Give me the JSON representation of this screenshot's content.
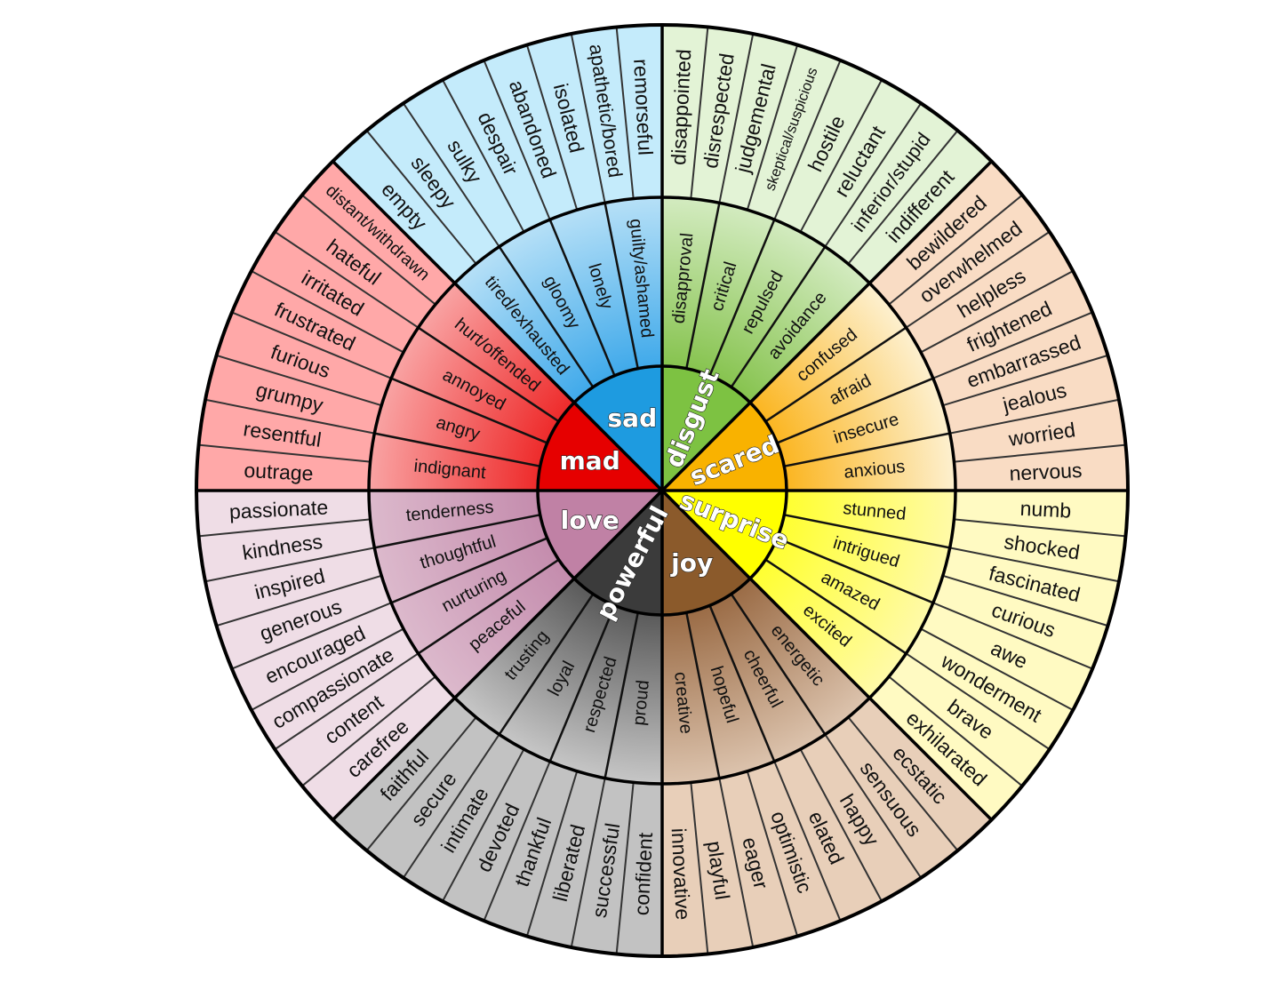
{
  "wheel": {
    "sectors": [
      {
        "core": "sad",
        "colors": {
          "core": "#1e9be0",
          "mid": "#3fa9ea",
          "mid_light": "#b6e0f7",
          "outer": "#c4ebfb"
        },
        "middle": [
          "tired/exhausted",
          "gloomy",
          "lonely",
          "guilty/ashamed"
        ],
        "outer": [
          "empty",
          "sleepy",
          "sulky",
          "despair",
          "abandoned",
          "isolated",
          "apathetic/bored",
          "remorseful"
        ]
      },
      {
        "core": "disgust",
        "colors": {
          "core": "#7dc242",
          "mid": "#86c34e",
          "mid_light": "#d3ebc0",
          "outer": "#e3f3d6"
        },
        "middle": [
          "disapproval",
          "critical",
          "repulsed",
          "avoidance"
        ],
        "outer": [
          "disappointed",
          "disrespected",
          "judgemental",
          "skeptical/suspicious",
          "hostile",
          "reluctant",
          "inferior/stupid",
          "indifferent"
        ]
      },
      {
        "core": "scared",
        "colors": {
          "core": "#f9b200",
          "mid": "#fbb520",
          "mid_light": "#fdf0cf",
          "outer": "#f9dcc4"
        },
        "middle": [
          "confused",
          "afraid",
          "insecure",
          "anxious"
        ],
        "outer": [
          "bewildered",
          "overwhelmed",
          "helpless",
          "frightened",
          "embarrassed",
          "jealous",
          "worried",
          "nervous"
        ]
      },
      {
        "core": "surprise",
        "colors": {
          "core": "#ffff00",
          "mid": "#ffff30",
          "mid_light": "#fffaa8",
          "outer": "#fffac2"
        },
        "middle": [
          "stunned",
          "intrigued",
          "amazed",
          "excited"
        ],
        "outer": [
          "numb",
          "shocked",
          "fascinated",
          "curious",
          "awe",
          "wonderment",
          "brave",
          "exhilarated"
        ]
      },
      {
        "core": "joy",
        "colors": {
          "core": "#8b5a2b",
          "mid": "#9a6b45",
          "mid_light": "#dcc3ad",
          "outer": "#e8cfb9"
        },
        "middle": [
          "energetic",
          "cheerful",
          "hopeful",
          "creative"
        ],
        "outer": [
          "ecstatic",
          "sensuous",
          "happy",
          "elated",
          "optimistic",
          "eager",
          "playful",
          "innovative"
        ]
      },
      {
        "core": "powerful",
        "colors": {
          "core": "#3b3b3b",
          "mid": "#5a5a5a",
          "mid_light": "#c6c6c6",
          "outer": "#c2c2c2"
        },
        "middle": [
          "proud",
          "respected",
          "loyal",
          "trusting"
        ],
        "outer": [
          "confident",
          "successful",
          "liberated",
          "thankful",
          "devoted",
          "intimate",
          "secure",
          "faithful"
        ]
      },
      {
        "core": "love",
        "colors": {
          "core": "#c081a5",
          "mid": "#c48cad",
          "mid_light": "#dcb9cc",
          "outer": "#efdde6"
        },
        "middle": [
          "peaceful",
          "nurturing",
          "thoughtful",
          "tenderness"
        ],
        "outer": [
          "carefree",
          "content",
          "compassionate",
          "encouraged",
          "generous",
          "inspired",
          "kindness",
          "passionate"
        ]
      },
      {
        "core": "mad",
        "colors": {
          "core": "#e60000",
          "mid": "#ee2a2a",
          "mid_light": "#f9a3a3",
          "outer": "#ffa8a8"
        },
        "middle": [
          "indignant",
          "angry",
          "annoyed",
          "hurt/offended"
        ],
        "outer": [
          "outrage",
          "resentful",
          "grumpy",
          "furious",
          "frustrated",
          "irritated",
          "hateful",
          "distant/withdrawn"
        ]
      }
    ]
  }
}
